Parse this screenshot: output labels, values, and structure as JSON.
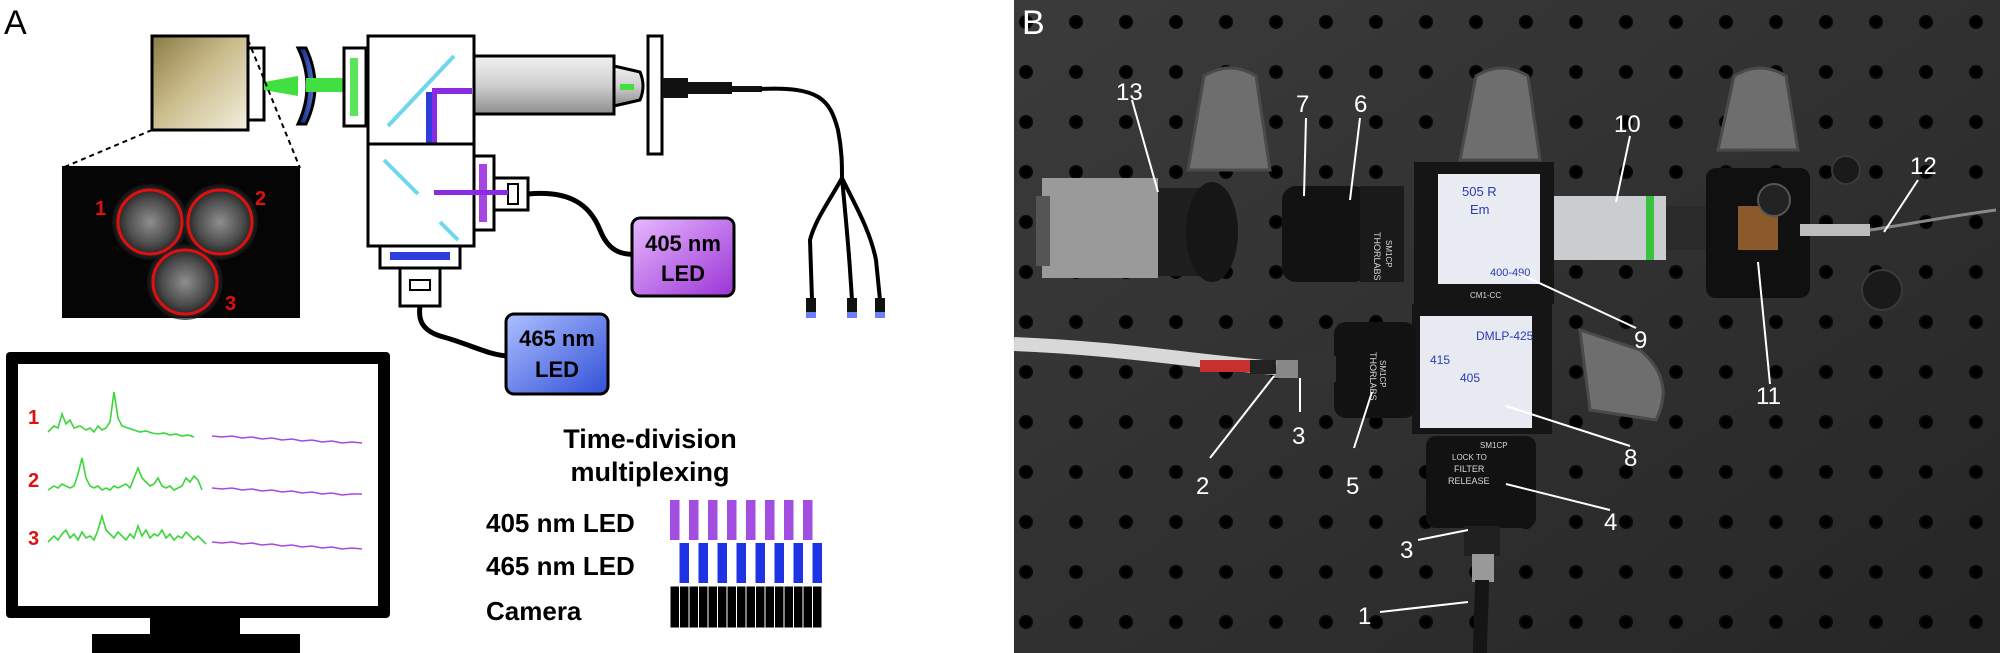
{
  "panel_a": {
    "label": "A",
    "rois": [
      "1",
      "2",
      "3"
    ],
    "leds": [
      {
        "line1": "405 nm",
        "line2": "LED",
        "color": "#b04ee8"
      },
      {
        "line1": "465 nm",
        "line2": "LED",
        "color": "#3e64e6"
      }
    ],
    "monitor_traces": [
      "1",
      "2",
      "3"
    ],
    "tdm": {
      "title_line1": "Time-division",
      "title_line2": "multiplexing",
      "rows": [
        "405 nm LED",
        "465 nm LED",
        "Camera"
      ]
    },
    "colors": {
      "green_trace": "#3cd63c",
      "violet_trace": "#a54bdc",
      "red_label": "#e01010",
      "green_beam": "#40e040"
    }
  },
  "panel_b": {
    "label": "B",
    "callouts": [
      "1",
      "2",
      "3",
      "3",
      "4",
      "5",
      "6",
      "7",
      "8",
      "9",
      "10",
      "11",
      "12",
      "13"
    ],
    "annotations": {
      "filter_top": [
        "505 R",
        "Em",
        "400-490"
      ],
      "filter_bottom": [
        "DMLP-425",
        "415",
        "405"
      ]
    },
    "engravings": {
      "thorlabs": "THORLABS",
      "sm1cp": "SM1CP",
      "cm1cc": "CM1-CC",
      "release": "RELEASE",
      "filter": "FILTER",
      "lock_to": "LOCK TO",
      "sm1cp_bottom": "SM1CP"
    }
  }
}
